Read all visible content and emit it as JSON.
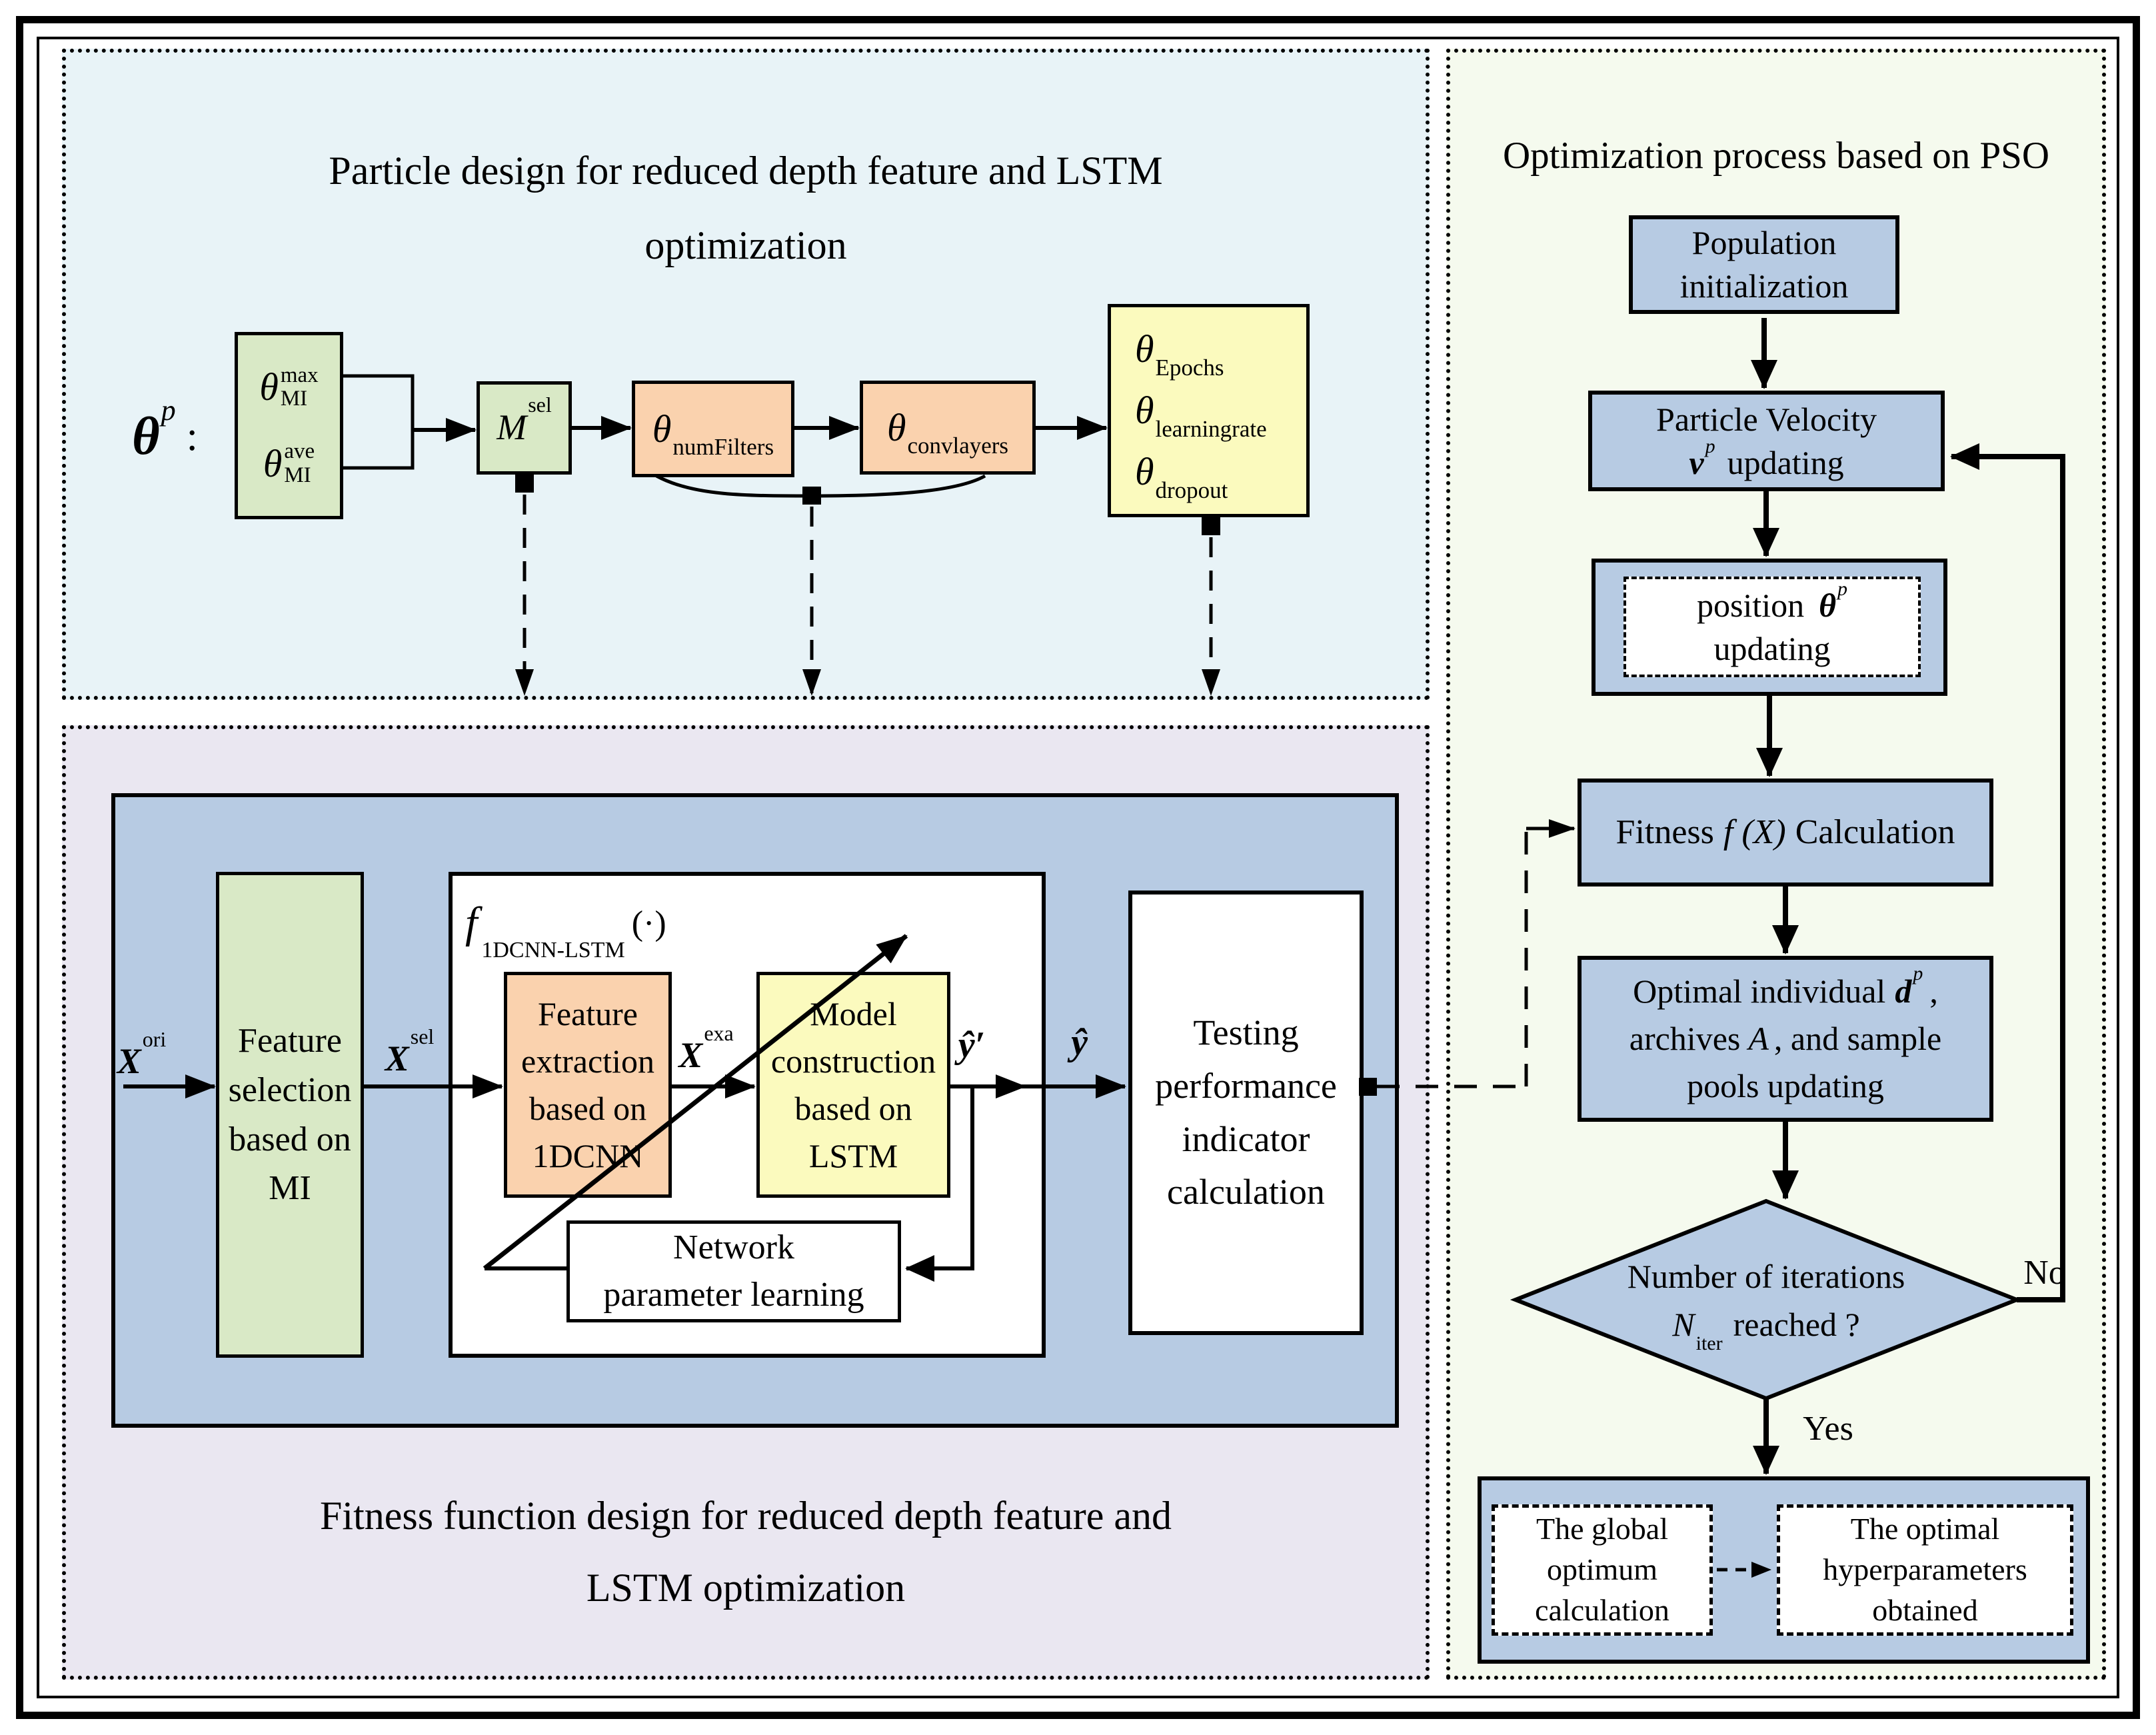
{
  "colors": {
    "panel_particle_bg": "#E8F3F7",
    "panel_fitness_bg": "#EAE7F1",
    "panel_pso_bg": "#F5FAEE",
    "box_blue": "#B7CBE3",
    "box_green": "#D9E9C6",
    "box_peach": "#FAD2AE",
    "box_yellow": "#FBFABE",
    "box_white": "#FFFFFF",
    "line_black": "#000000"
  },
  "panel_particle": {
    "title_line1": "Particle design for reduced depth feature and LSTM",
    "title_line2": "optimization",
    "particle": {
      "base": "θ",
      "sup": "p",
      "colon": ":"
    },
    "mi_box": {
      "top": {
        "base": "θ",
        "sup": "max",
        "sub": "MI"
      },
      "bottom": {
        "base": "θ",
        "sup": "ave",
        "sub": "MI"
      }
    },
    "msel": {
      "base": "M",
      "sup": "sel"
    },
    "num_filters": {
      "base": "θ",
      "sub": "numFilters"
    },
    "conv_layers": {
      "base": "θ",
      "sub": "convlayers"
    },
    "lstm_params": {
      "epochs": {
        "base": "θ",
        "sub": "Epochs"
      },
      "learning_rate": {
        "base": "θ",
        "sub": "learningrate"
      },
      "dropout": {
        "base": "θ",
        "sub": "dropout"
      }
    }
  },
  "panel_fitness": {
    "title_line1": "Fitness function design for reduced depth feature and",
    "title_line2": "LSTM optimization",
    "x_ori": {
      "base": "X",
      "sup": "ori"
    },
    "x_sel": {
      "base": "X",
      "sup": "sel"
    },
    "x_exa": {
      "base": "X",
      "sup": "exa"
    },
    "feature_selection": {
      "lines": [
        "Feature",
        "selection",
        "based on",
        "MI"
      ]
    },
    "f_label": {
      "base": "f",
      "sub": "1DCNN-LSTM",
      "args": "(·)"
    },
    "feature_extraction": {
      "lines": [
        "Feature",
        "extraction",
        "based on",
        "1DCNN"
      ]
    },
    "model_construction": {
      "lines": [
        "Model",
        "construction",
        "based on",
        "LSTM"
      ]
    },
    "y_hat_prime": "ŷ′",
    "y_hat": "ŷ",
    "network": {
      "lines": [
        "Network",
        "parameter learning"
      ]
    },
    "testing": {
      "lines": [
        "Testing",
        "performance",
        "indicator",
        "calculation"
      ]
    }
  },
  "panel_pso": {
    "title": "Optimization process based on PSO",
    "population": {
      "lines": [
        "Population",
        "initialization"
      ]
    },
    "velocity": {
      "line1": "Particle Velocity",
      "v": "v",
      "sup": "p",
      "rest": "updating"
    },
    "position": {
      "pre": "position",
      "base": "θ",
      "sup": "p",
      "line2": "updating"
    },
    "fitness": {
      "pre": "Fitness",
      "expr": "f (X)",
      "post": "Calculation"
    },
    "optimal": {
      "l1": "Optimal individual",
      "d": "d",
      "dsup": "p",
      "l1end": ",",
      "l2a": "archives",
      "A": "A",
      "l2b": ", and sample",
      "l3": "pools  updating"
    },
    "decision": {
      "line1": "Number of iterations",
      "n": "N",
      "nsub": "iter",
      "rest": "reached ?"
    },
    "no_label": "No",
    "yes_label": "Yes",
    "global_optimum": {
      "lines": [
        "The global",
        "optimum",
        "calculation"
      ]
    },
    "hyperparameters": {
      "lines": [
        "The optimal",
        "hyperparameters",
        "obtained"
      ]
    }
  }
}
